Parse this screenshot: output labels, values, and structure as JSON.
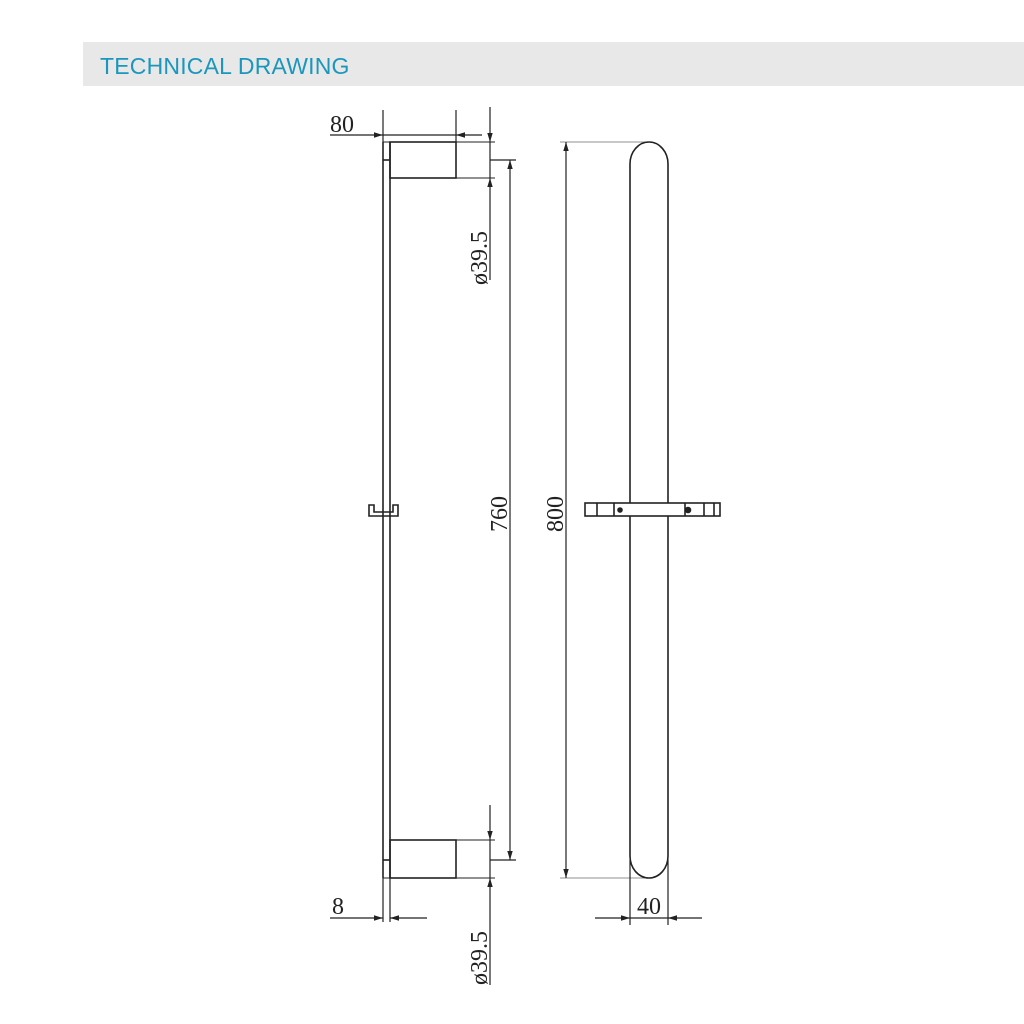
{
  "header": {
    "title": "TECHNICAL DRAWING"
  },
  "drawing": {
    "colors": {
      "line": "#222222",
      "header_text": "#1b97bd",
      "header_bg": "#e8e8e8"
    },
    "dimensions": {
      "bracket_depth": "80",
      "top_diameter": "ø39.5",
      "bottom_diameter": "ø39.5",
      "center_distance": "760",
      "overall_length": "800",
      "rail_thickness": "8",
      "rail_width": "40"
    }
  }
}
